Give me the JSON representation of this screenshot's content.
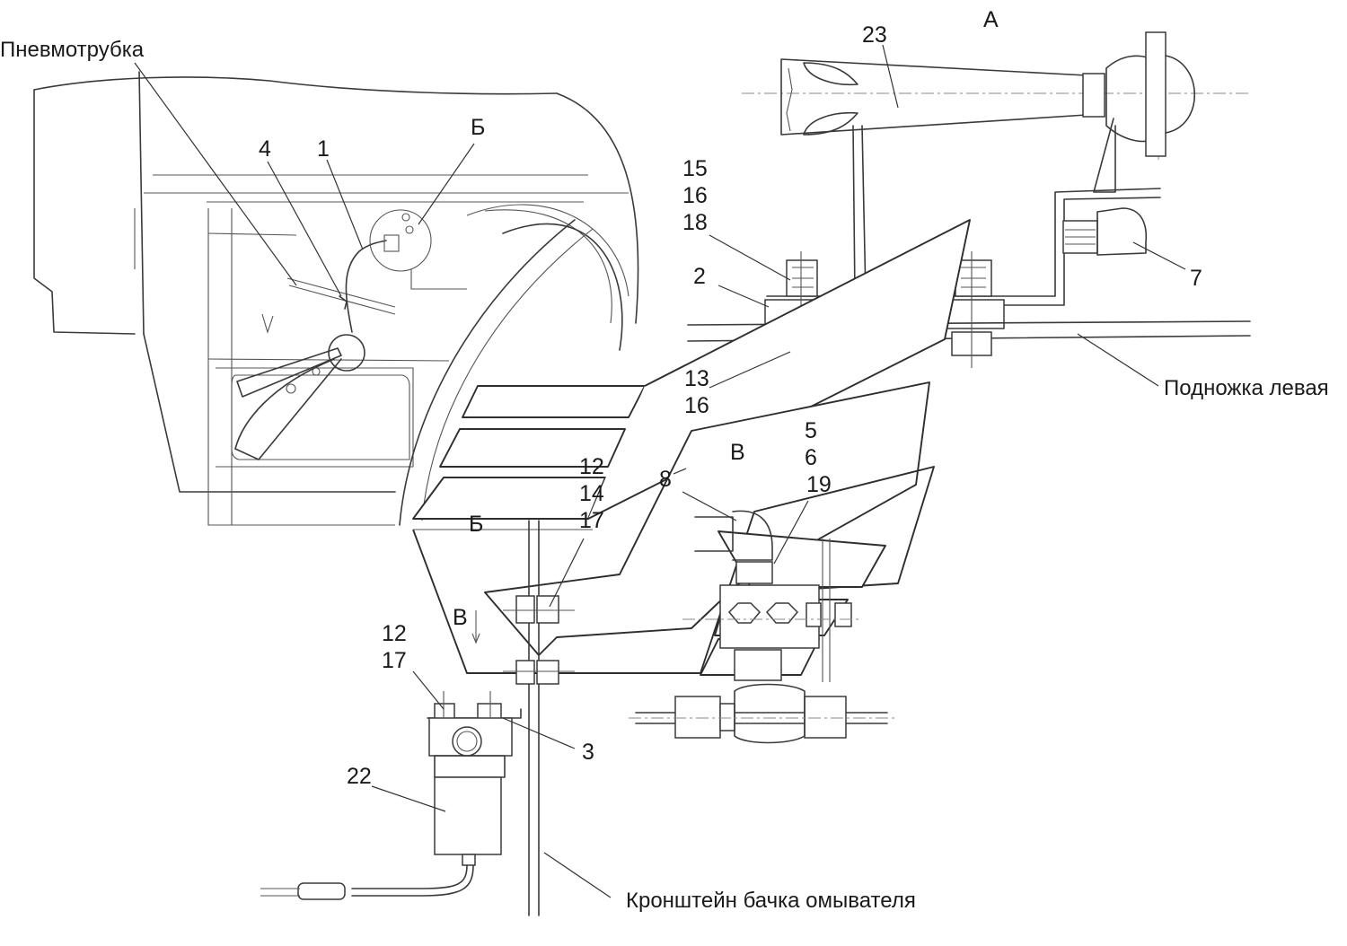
{
  "view_labels": {
    "view_a": "А",
    "view_b_detail": "Б",
    "view_b_section": "Б",
    "view_v_section": "В",
    "view_v_arrow": "В"
  },
  "notes": {
    "pneumotube": "Пневмотрубка",
    "left_step": "Подножка левая",
    "washer_bracket": "Кронштейн бачка омывателя"
  },
  "callouts": {
    "c23": "23",
    "c4": "4",
    "c1": "1",
    "c15": "15",
    "c16a": "16",
    "c18": "18",
    "c2": "2",
    "c7": "7",
    "c13": "13",
    "c16b": "16",
    "c5": "5",
    "c6": "6",
    "c19": "19",
    "c8": "8",
    "c12a": "12",
    "c14": "14",
    "c17a": "17",
    "c12b": "12",
    "c17b": "17",
    "c3": "3",
    "c22": "22"
  }
}
